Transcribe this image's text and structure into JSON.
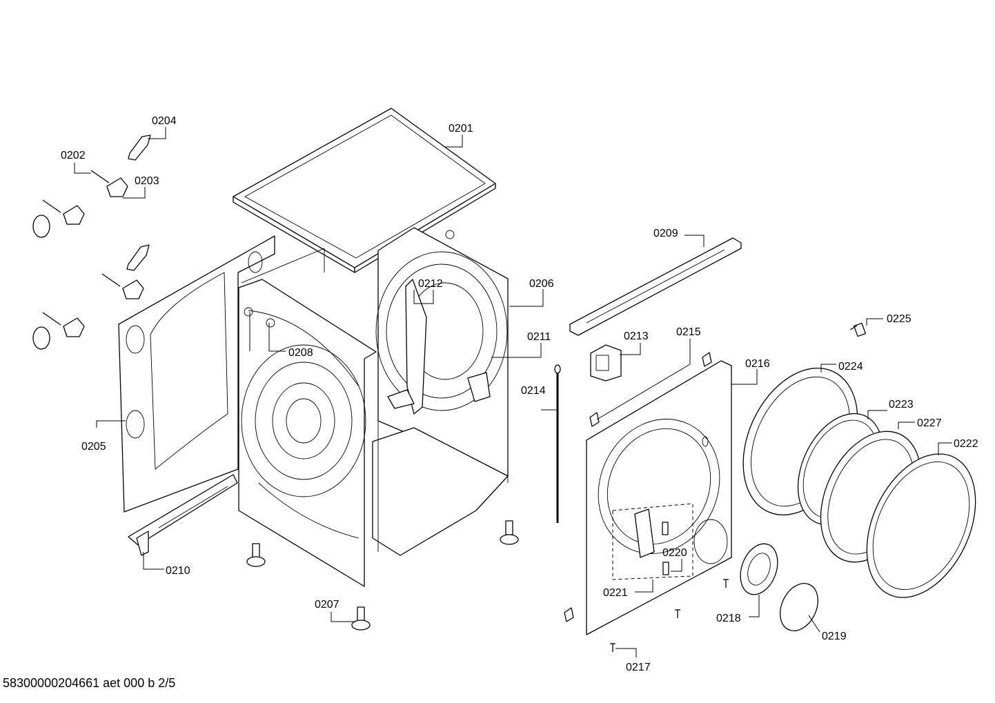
{
  "footer": "58300000204661 aet 000 b 2/5",
  "labels": {
    "p0201": "0201",
    "p0202": "0202",
    "p0203": "0203",
    "p0204": "0204",
    "p0205": "0205",
    "p0206": "0206",
    "p0207": "0207",
    "p0208": "0208",
    "p0209": "0209",
    "p0210": "0210",
    "p0211": "0211",
    "p0212": "0212",
    "p0213": "0213",
    "p0214": "0214",
    "p0215": "0215",
    "p0216": "0216",
    "p0217": "0217",
    "p0218": "0218",
    "p0219": "0219",
    "p0220": "0220",
    "p0221": "0221",
    "p0222": "0222",
    "p0223": "0223",
    "p0224": "0224",
    "p0225": "0225",
    "p0227": "0227"
  }
}
